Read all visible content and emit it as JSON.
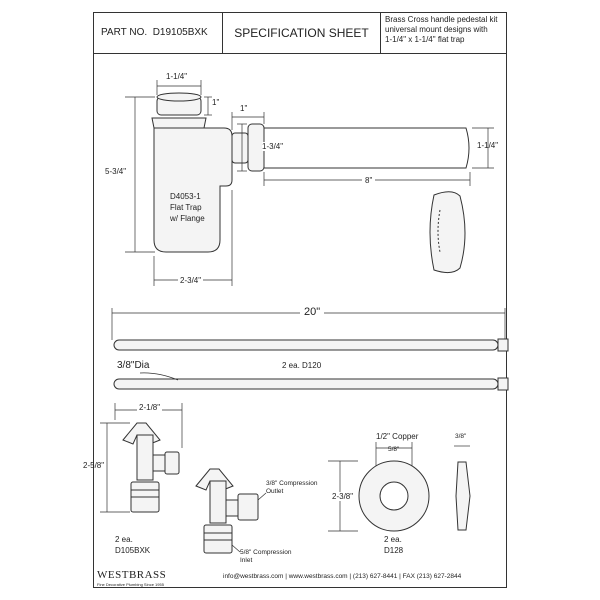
{
  "header": {
    "part_no_label": "PART NO.",
    "part_no_value": "D19105BXK",
    "title": "SPECIFICATION SHEET",
    "description_lines": [
      "Brass Cross handle pedestal kit",
      "universal mount designs with",
      "1-1/4\" x 1-1/4\" flat trap"
    ]
  },
  "trap": {
    "dim_top_width": "1-1/4\"",
    "dim_cap": "1\"",
    "dim_arm_offset": "1\"",
    "dim_height": "5-3/4\"",
    "dim_arm_height": "1-3/4\"",
    "dim_arm_length": "8\"",
    "dim_pipe_dia": "1-1/4\"",
    "dim_bottom_width": "2-3/4\"",
    "label_lines": [
      "D4053-1",
      "Flat Trap",
      "w/ Flange"
    ]
  },
  "supply": {
    "length": "20\"",
    "diameter": "3/8\"Dia",
    "qty_label": "2 ea. D120"
  },
  "valve": {
    "dim_width": "2-1/8\"",
    "dim_height": "2-5/8\"",
    "outlet_label_1": "3/8\" Compression",
    "outlet_label_2": "Outlet",
    "inlet_label_1": "5/8\" Compression",
    "inlet_label_2": "Inlet",
    "qty": "2 ea.",
    "part": "D105BXK"
  },
  "flange": {
    "dim_copper": "1/2\" Copper",
    "dim_inner": "5/8\"",
    "dim_outer": "2-3/8\"",
    "dim_thickness": "3/8\"",
    "qty": "2 ea.",
    "part": "D128"
  },
  "footer": {
    "brand": "WESTBRASS",
    "tagline": "Fine Decorative Plumbing Since 1955",
    "contact": "info@westbrass.com | www.westbrass.com | (213) 627-8441 | FAX (213) 627-2844"
  },
  "colors": {
    "line": "#333333",
    "fill": "#f4f4f4"
  }
}
